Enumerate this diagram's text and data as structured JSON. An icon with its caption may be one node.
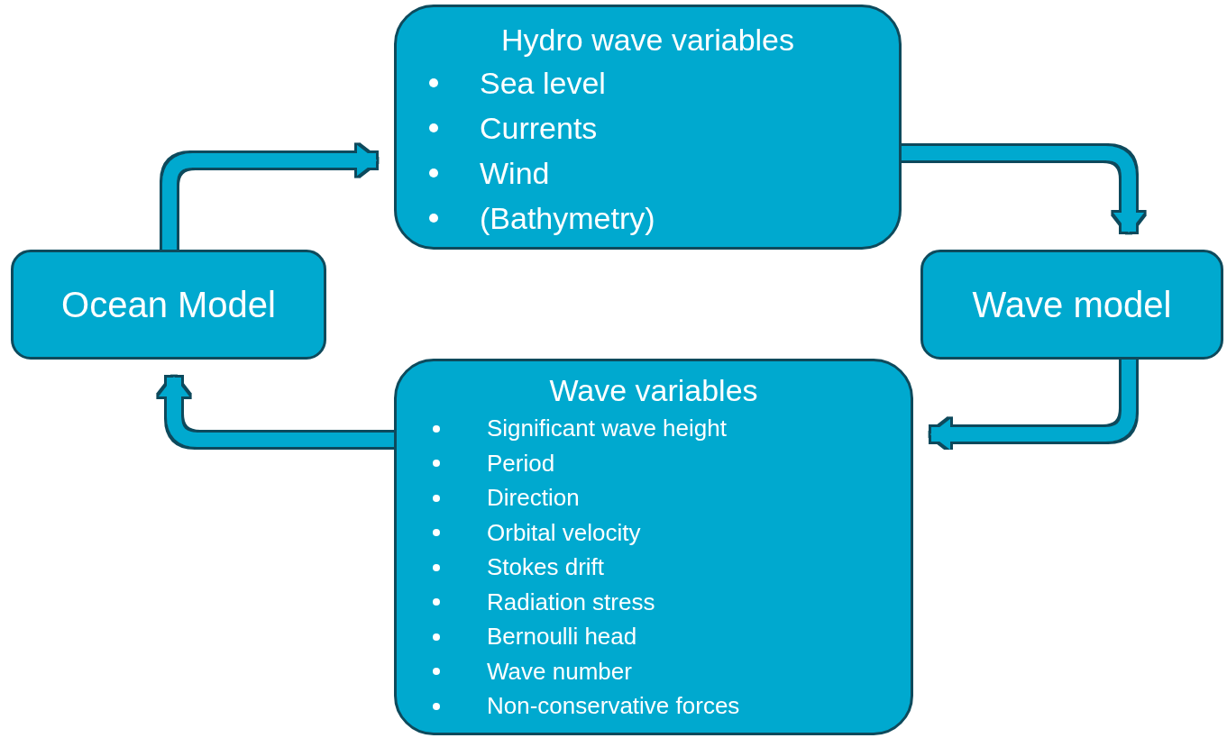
{
  "diagram": {
    "nodes": [
      {
        "text": [
          "Ocean Model"
        ]
      },
      {
        "text": [
          "Hydro wave variables",
          "Sea level",
          "Currents",
          "Wind",
          "(Bathymetry)"
        ]
      },
      {
        "text": [
          "Wave model"
        ]
      },
      {
        "text": [
          "Wave variables",
          "Significant wave height",
          "Period",
          "Direction",
          "Orbital velocity",
          "Stokes drift",
          "Radiation stress",
          "Bernoulli head",
          "Wave number",
          "Non-conservative forces"
        ]
      }
    ],
    "edges": [
      {
        "from": 0,
        "to": 1,
        "arrow": "to"
      },
      {
        "from": 1,
        "to": 2,
        "arrow": "to"
      },
      {
        "from": 2,
        "to": 3,
        "arrow": "to"
      },
      {
        "from": 3,
        "to": 0,
        "arrow": "to"
      }
    ]
  }
}
